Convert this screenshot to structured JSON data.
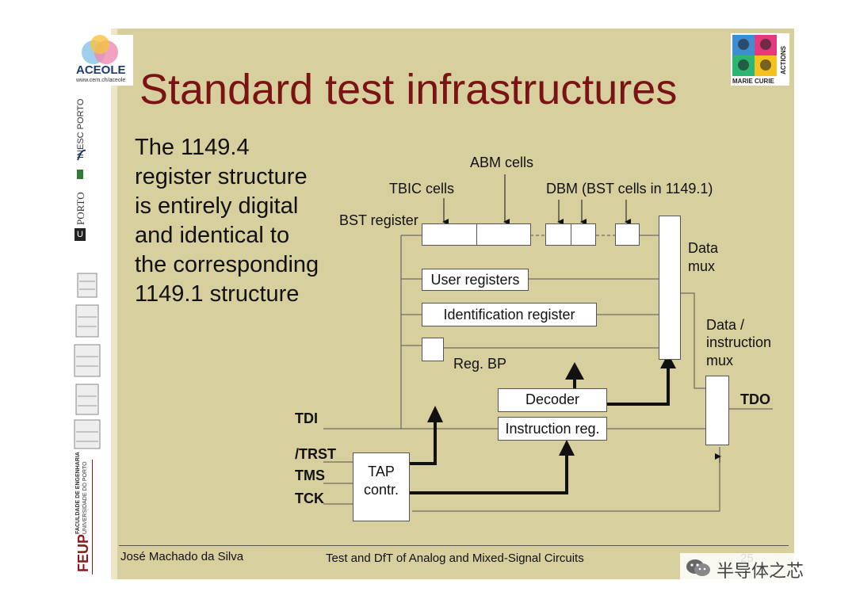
{
  "slide": {
    "title": "Standard test infrastructures",
    "body_lines": [
      "The 1149.4",
      "register structure",
      "is entirely digital",
      "and identical to",
      "the corresponding",
      "1149.1 structure"
    ]
  },
  "diagram": {
    "abm_cells": "ABM cells",
    "tbic_cells": "TBIC cells",
    "dbm_cells": "DBM (BST cells in 1149.1)",
    "bst_register": "BST register",
    "data_mux": [
      "Data",
      "mux"
    ],
    "user_registers": "User registers",
    "identification_register": "Identification register",
    "data_instruction_mux": [
      "Data /",
      "instruction",
      "mux"
    ],
    "reg_bp": "Reg. BP",
    "decoder": "Decoder",
    "instruction_reg": "Instruction reg.",
    "tap_contr": [
      "TAP",
      "contr."
    ],
    "signals": {
      "tdi": "TDI",
      "trst": "/TRST",
      "tms": "TMS",
      "tck": "TCK",
      "tdo": "TDO"
    }
  },
  "footer": {
    "author": "José Machado da Silva",
    "course": "Test and DfT of Analog and Mixed-Signal Circuits",
    "page_number": "25"
  },
  "sidebar": {
    "aceole": "ACEOLE",
    "aceole_url": "www.cern.ch/aceole",
    "inesc": "INESC PORTO",
    "uporto": "PORTO",
    "u_letter": "U",
    "feup_lines": [
      "FACULDADE DE ENGENHARIA",
      "UNIVERSIDADE DO PORTO"
    ],
    "feup": "FEUP"
  },
  "marie_curie": {
    "line1": "MARIE CURIE",
    "line2": "ACTIONS"
  },
  "watermark": {
    "text": "半导体之芯"
  }
}
